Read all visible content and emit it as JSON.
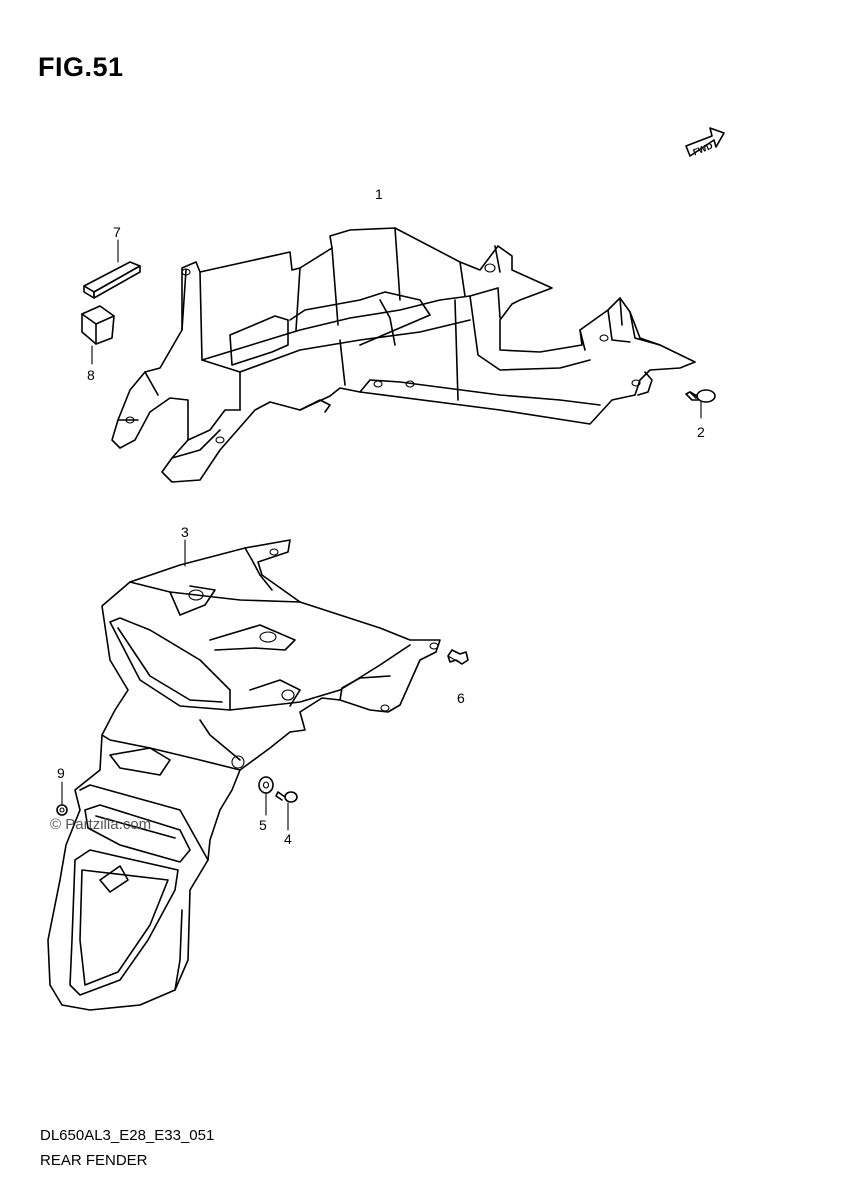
{
  "figure": {
    "title": "FIG.51",
    "fwd_label": "FWD"
  },
  "callouts": [
    {
      "id": "c1",
      "label": "1"
    },
    {
      "id": "c2",
      "label": "2"
    },
    {
      "id": "c3",
      "label": "3"
    },
    {
      "id": "c4",
      "label": "4"
    },
    {
      "id": "c5",
      "label": "5"
    },
    {
      "id": "c6",
      "label": "6"
    },
    {
      "id": "c7",
      "label": "7"
    },
    {
      "id": "c8",
      "label": "8"
    },
    {
      "id": "c9",
      "label": "9"
    }
  ],
  "watermark": "© Partzilla.com",
  "footer": {
    "code": "DL650AL3_E28_E33_051",
    "name": "REAR FENDER"
  }
}
